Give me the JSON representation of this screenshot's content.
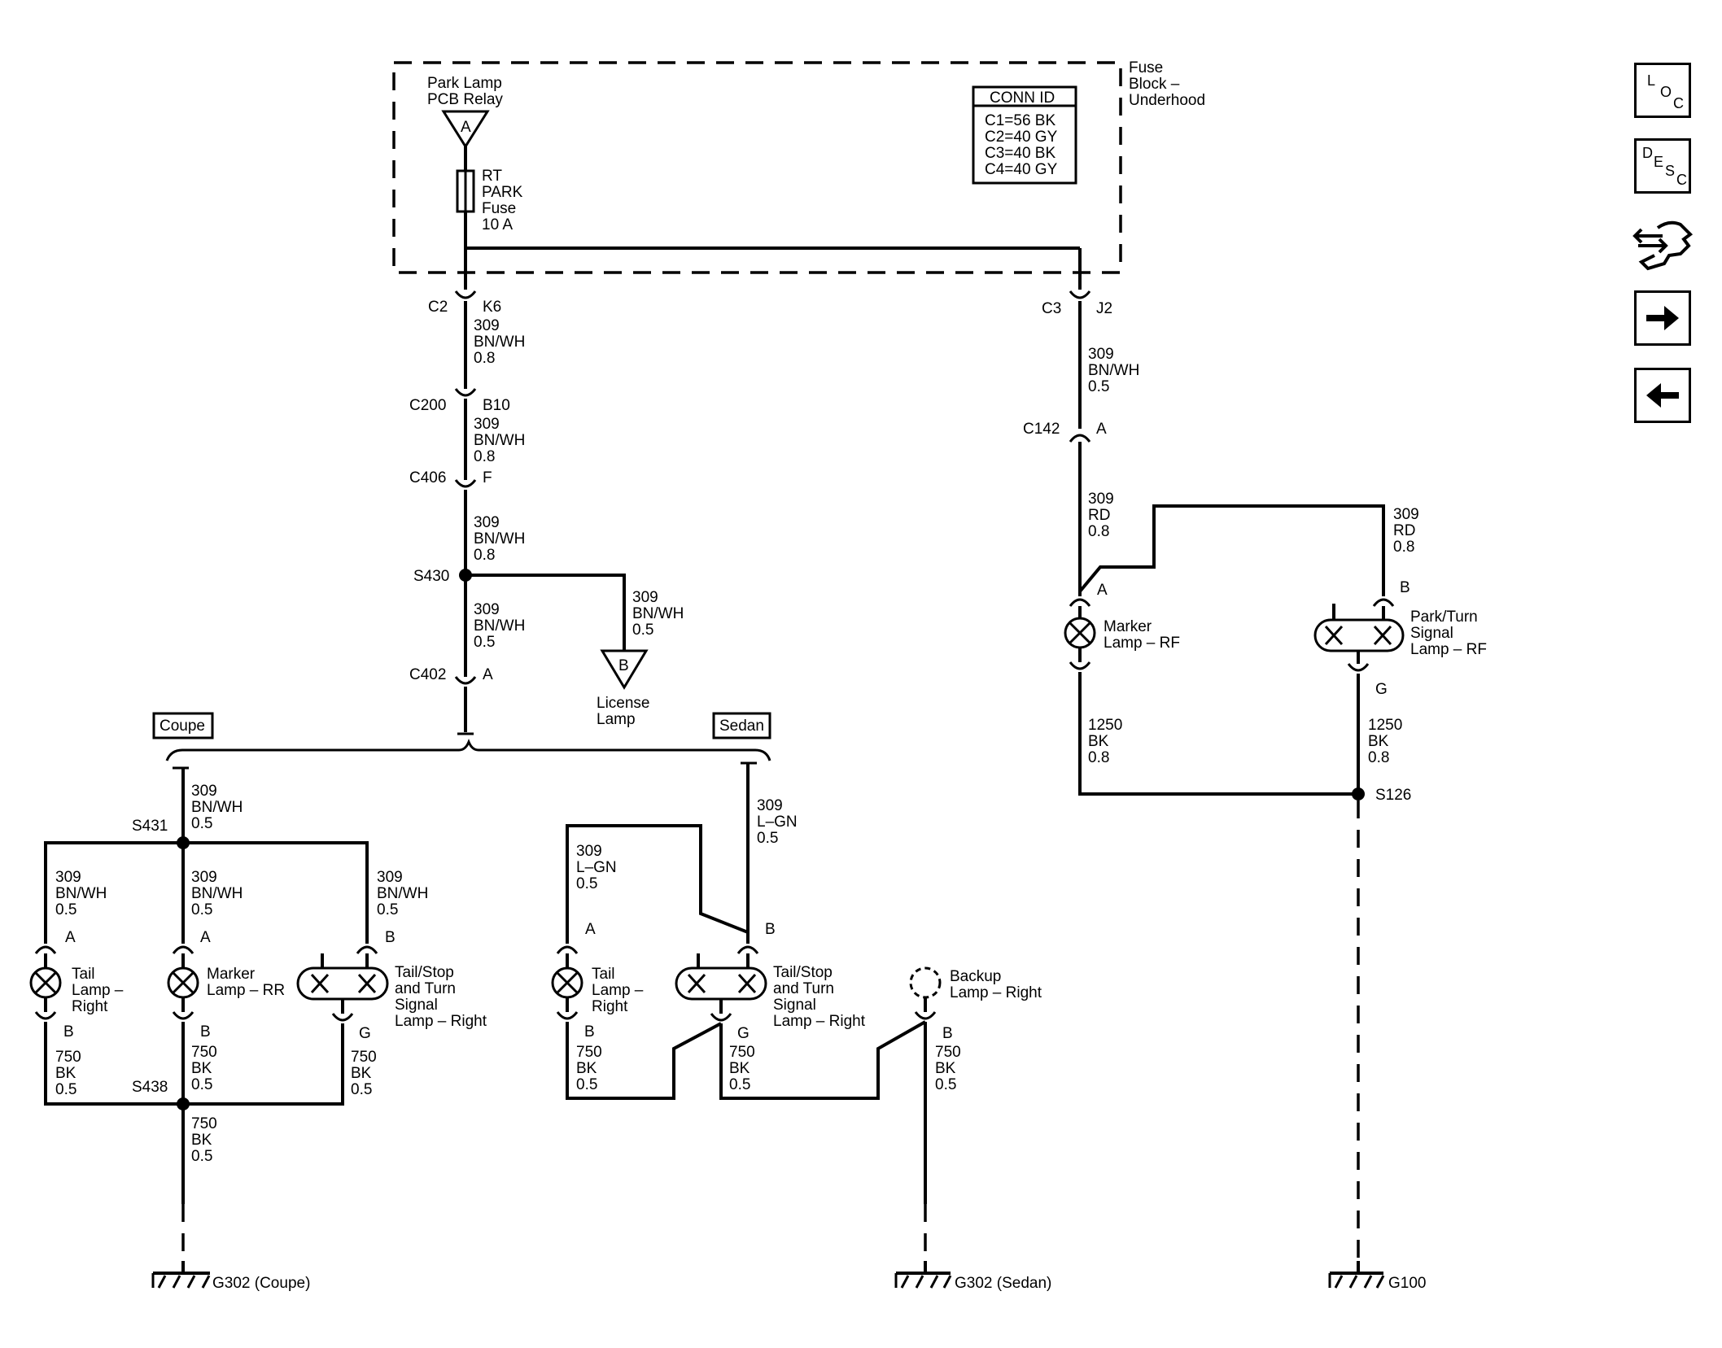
{
  "fuse_block": {
    "title": [
      "Fuse",
      "Block –",
      "Underhood"
    ],
    "relay_label": [
      "Park Lamp",
      "PCB Relay"
    ],
    "relay_pin": "A",
    "fuse_label": [
      "RT",
      "PARK",
      "Fuse",
      "10 A"
    ],
    "conn_id": {
      "header": "CONN ID",
      "rows": [
        "C1=56 BK",
        "C2=40 GY",
        "C3=40 BK",
        "C4=40 GY"
      ]
    }
  },
  "connectors": {
    "c2": {
      "name": "C2",
      "pin": "K6"
    },
    "c3": {
      "name": "C3",
      "pin": "J2"
    },
    "c200": {
      "name": "C200",
      "pin": "B10"
    },
    "c406": {
      "name": "C406",
      "pin": "F"
    },
    "c402": {
      "name": "C402",
      "pin": "A"
    },
    "c142": {
      "name": "C142",
      "pin": "A"
    }
  },
  "splices": {
    "s430": "S430",
    "s431": "S431",
    "s438": "S438",
    "s126": "S126"
  },
  "wires": {
    "w_c2": [
      "309",
      "BN/WH",
      "0.8"
    ],
    "w_c200": [
      "309",
      "BN/WH",
      "0.8"
    ],
    "w_c406": [
      "309",
      "BN/WH",
      "0.8"
    ],
    "w_s430": [
      "309",
      "BN/WH",
      "0.5"
    ],
    "w_license": [
      "309",
      "BN/WH",
      "0.5"
    ],
    "w_c3": [
      "309",
      "BN/WH",
      "0.5"
    ],
    "w_c142": [
      "309",
      "RD",
      "0.8"
    ],
    "w_rf_park": [
      "309",
      "RD",
      "0.8"
    ],
    "w_rf_marker_gnd": [
      "1250",
      "BK",
      "0.8"
    ],
    "w_rf_park_gnd": [
      "1250",
      "BK",
      "0.8"
    ],
    "w_coupe_main": [
      "309",
      "BN/WH",
      "0.5"
    ],
    "w_coupe_tail": [
      "309",
      "BN/WH",
      "0.5"
    ],
    "w_coupe_marker": [
      "309",
      "BN/WH",
      "0.5"
    ],
    "w_coupe_stop": [
      "309",
      "BN/WH",
      "0.5"
    ],
    "w_coupe_tail_gnd": [
      "750",
      "BK",
      "0.5"
    ],
    "w_coupe_marker_gnd": [
      "750",
      "BK",
      "0.5"
    ],
    "w_coupe_stop_gnd": [
      "750",
      "BK",
      "0.5"
    ],
    "w_coupe_s438_gnd": [
      "750",
      "BK",
      "0.5"
    ],
    "w_sedan_main": [
      "309",
      "L–GN",
      "0.5"
    ],
    "w_sedan_tail": [
      "309",
      "L–GN",
      "0.5"
    ],
    "w_sedan_tail_gnd": [
      "750",
      "BK",
      "0.5"
    ],
    "w_sedan_stop_gnd": [
      "750",
      "BK",
      "0.5"
    ],
    "w_sedan_backup_gnd": [
      "750",
      "BK",
      "0.5"
    ]
  },
  "components": {
    "license_lamp": {
      "label": [
        "License",
        "Lamp"
      ],
      "pin": "B"
    },
    "marker_rf": {
      "label": [
        "Marker",
        "Lamp – RF"
      ],
      "pin_top": "A"
    },
    "park_turn_rf": {
      "label": [
        "Park/Turn",
        "Signal",
        "Lamp – RF"
      ],
      "pin_top": "B",
      "pin_bottom": "G"
    },
    "coupe_tail": {
      "label": [
        "Tail",
        "Lamp –",
        "Right"
      ],
      "pin_top": "A",
      "pin_bottom": "B"
    },
    "coupe_marker": {
      "label": [
        "Marker",
        "Lamp – RR"
      ],
      "pin_top": "A",
      "pin_bottom": "B"
    },
    "coupe_stop": {
      "label": [
        "Tail/Stop",
        "and Turn",
        "Signal",
        "Lamp – Right"
      ],
      "pin_top": "B",
      "pin_bottom": "G"
    },
    "sedan_tail": {
      "label": [
        "Tail",
        "Lamp –",
        "Right"
      ],
      "pin_top": "A",
      "pin_bottom": "B"
    },
    "sedan_stop": {
      "label": [
        "Tail/Stop",
        "and Turn",
        "Signal",
        "Lamp – Right"
      ],
      "pin_top": "B",
      "pin_bottom": "G"
    },
    "sedan_backup": {
      "label": [
        "Backup",
        "Lamp – Right"
      ],
      "pin_bottom": "B"
    }
  },
  "options": {
    "coupe": "Coupe",
    "sedan": "Sedan"
  },
  "grounds": {
    "g302_coupe": "G302 (Coupe)",
    "g302_sedan": "G302 (Sedan)",
    "g100": "G100"
  },
  "nav": {
    "loc": [
      "L",
      "O",
      "C"
    ],
    "desc": [
      "D",
      "E",
      "S",
      "C"
    ],
    "icons": [
      "loc-icon",
      "desc-icon",
      "connector-end-view-icon",
      "next-page-arrow-icon",
      "previous-page-arrow-icon"
    ]
  }
}
